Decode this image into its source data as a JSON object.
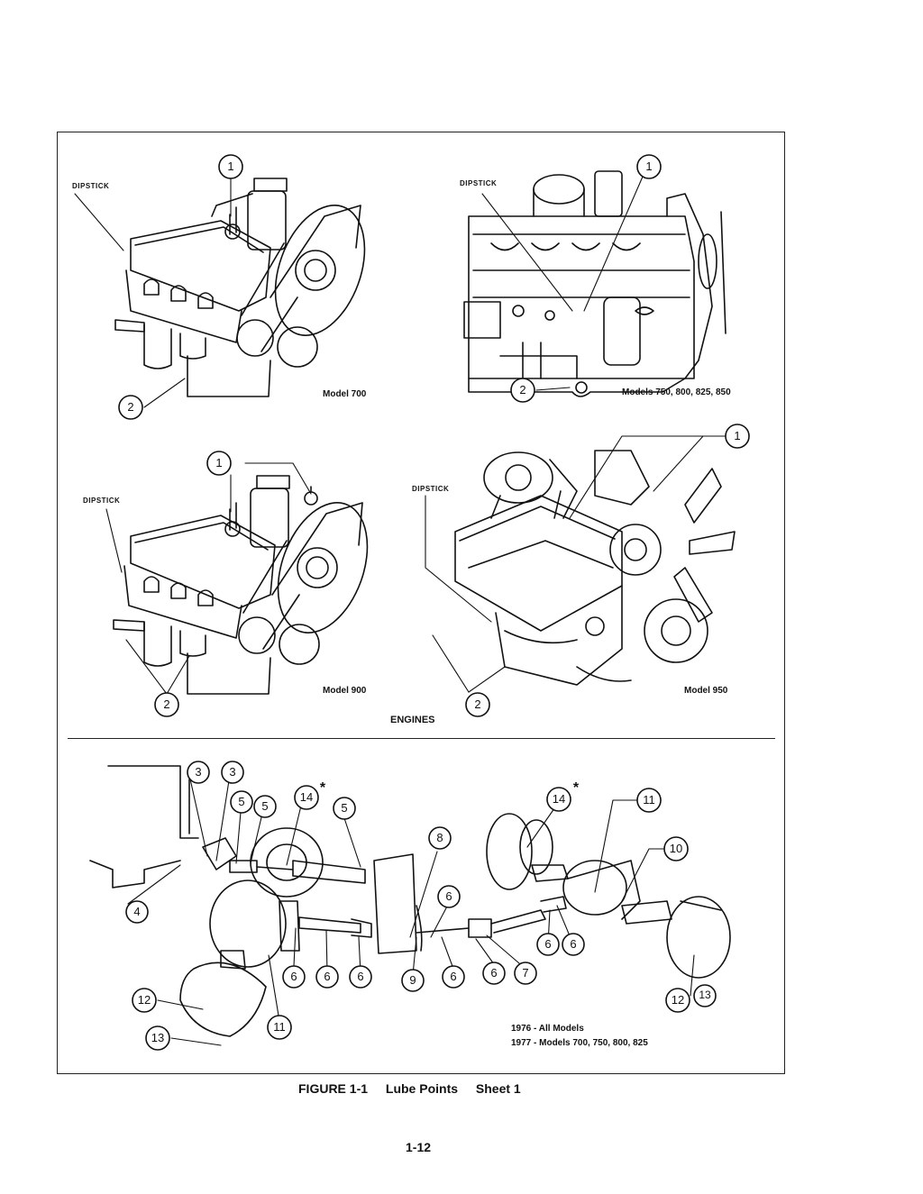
{
  "top_panel": {
    "title": "ENGINES",
    "engines": [
      {
        "dipstick": "DIPSTICK",
        "model": "Model 700"
      },
      {
        "dipstick": "DIPSTICK",
        "model": "Models 750, 800, 825, 850"
      },
      {
        "dipstick": "DIPSTICK",
        "model": "Model 900"
      },
      {
        "dipstick": "DIPSTICK",
        "model": "Model 950"
      }
    ]
  },
  "bottom_panel": {
    "note_lines": [
      "1976 - All Models",
      "1977 - Models 700, 750, 800, 825"
    ],
    "asterisk": "*"
  },
  "callouts": {
    "c1": "1",
    "c2": "2",
    "c3": "3",
    "c4": "4",
    "c5": "5",
    "c6": "6",
    "c7": "7",
    "c8": "8",
    "c9": "9",
    "c10": "10",
    "c11": "11",
    "c12": "12",
    "c13": "13",
    "c14": "14"
  },
  "caption": {
    "figure": "FIGURE 1-1",
    "title": "Lube Points",
    "sheet": "Sheet 1"
  },
  "page_number": "1-12"
}
